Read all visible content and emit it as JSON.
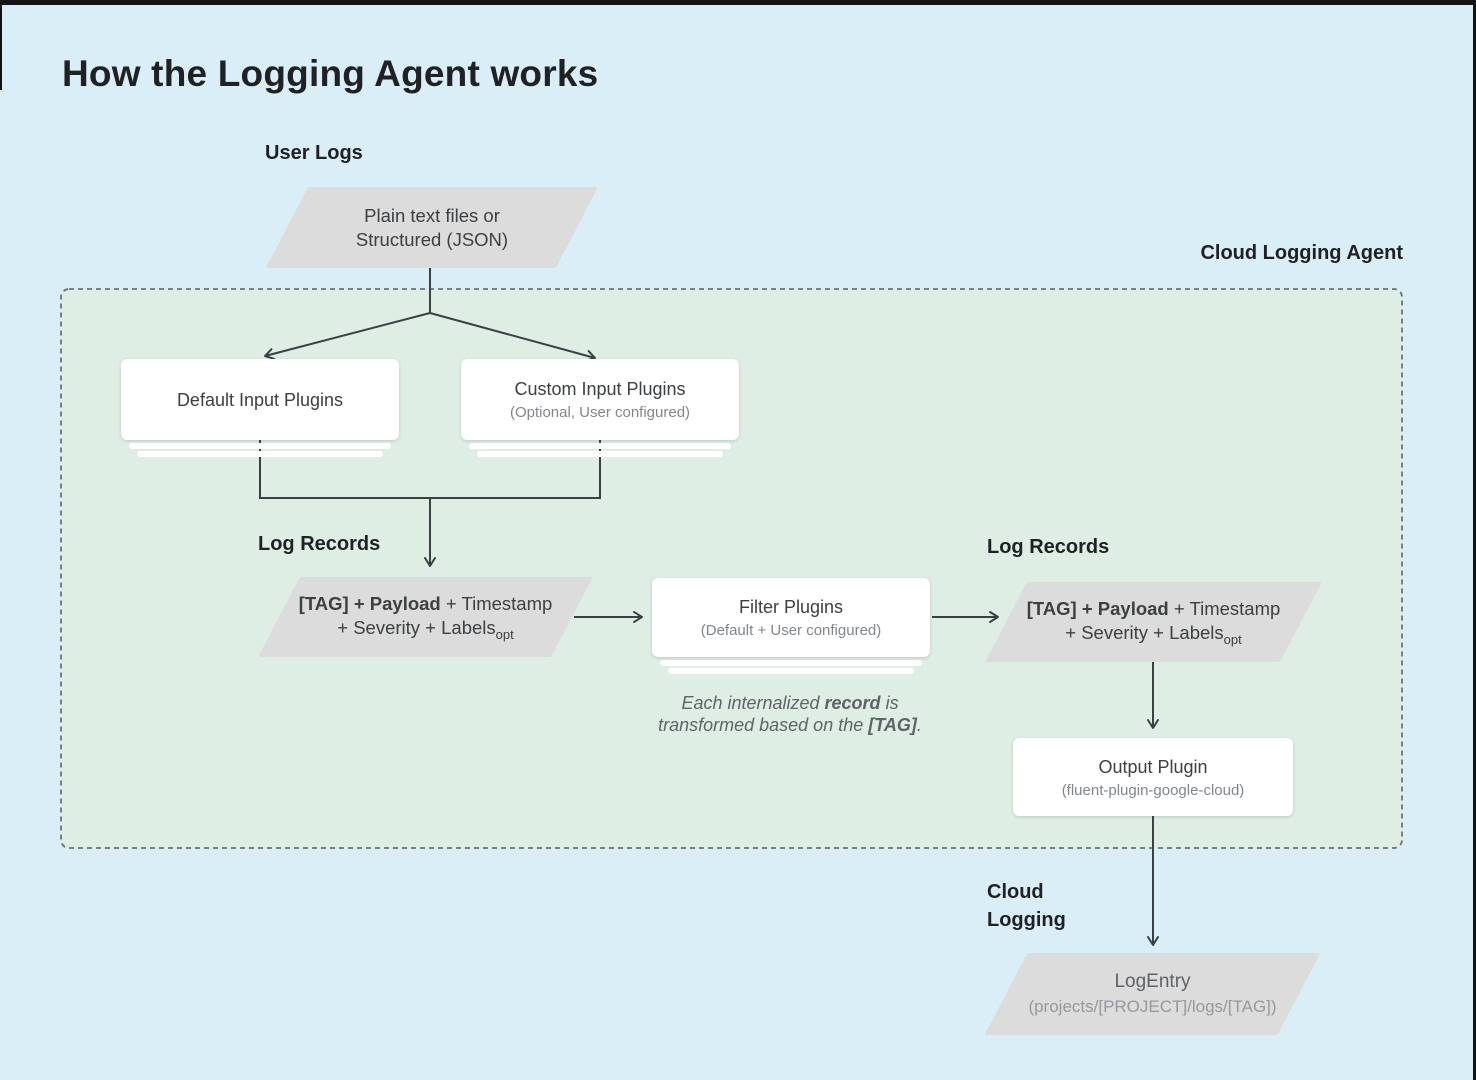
{
  "title": "How the Logging Agent works",
  "labels": {
    "user_logs": "User Logs",
    "agent": "Cloud Logging Agent",
    "log_records_left": "Log Records",
    "log_records_right": "Log Records",
    "cloud_logging": "Cloud\nLogging"
  },
  "nodes": {
    "user_input": {
      "line1": "Plain text files or",
      "line2": "Structured (JSON)"
    },
    "default_input": {
      "title": "Default Input Plugins"
    },
    "custom_input": {
      "title": "Custom Input Plugins",
      "subtitle": "(Optional, User configured)"
    },
    "record_left": {
      "bold": "[TAG] + Payload",
      "rest": " + Timestamp",
      "line2": "+ Severity + Labels",
      "sub": "opt"
    },
    "filter": {
      "title": "Filter Plugins",
      "subtitle": "(Default + User configured)"
    },
    "record_right": {
      "bold": "[TAG] + Payload",
      "rest": " + Timestamp",
      "line2": "+ Severity + Labels",
      "sub": "opt"
    },
    "output": {
      "title": "Output Plugin",
      "subtitle": "(fluent-plugin-google-cloud)"
    },
    "log_entry": {
      "title": "LogEntry",
      "subtitle": "(projects/[PROJECT]/logs/[TAG])"
    }
  },
  "note": {
    "l1a": "Each internalized ",
    "l1b": "record",
    "l1c": " is",
    "l2a": "transformed based on the ",
    "l2b": "[TAG]",
    "l2c": "."
  },
  "colors": {
    "background_blue": "#daeef8",
    "agent_green": "#dfeee5",
    "shape_gray": "#dcdcdc",
    "line_dark": "#3a4043",
    "text_dark": "#202124",
    "text_body": "#3c4043",
    "text_muted": "#80868b",
    "note_gray": "#5f6368"
  }
}
